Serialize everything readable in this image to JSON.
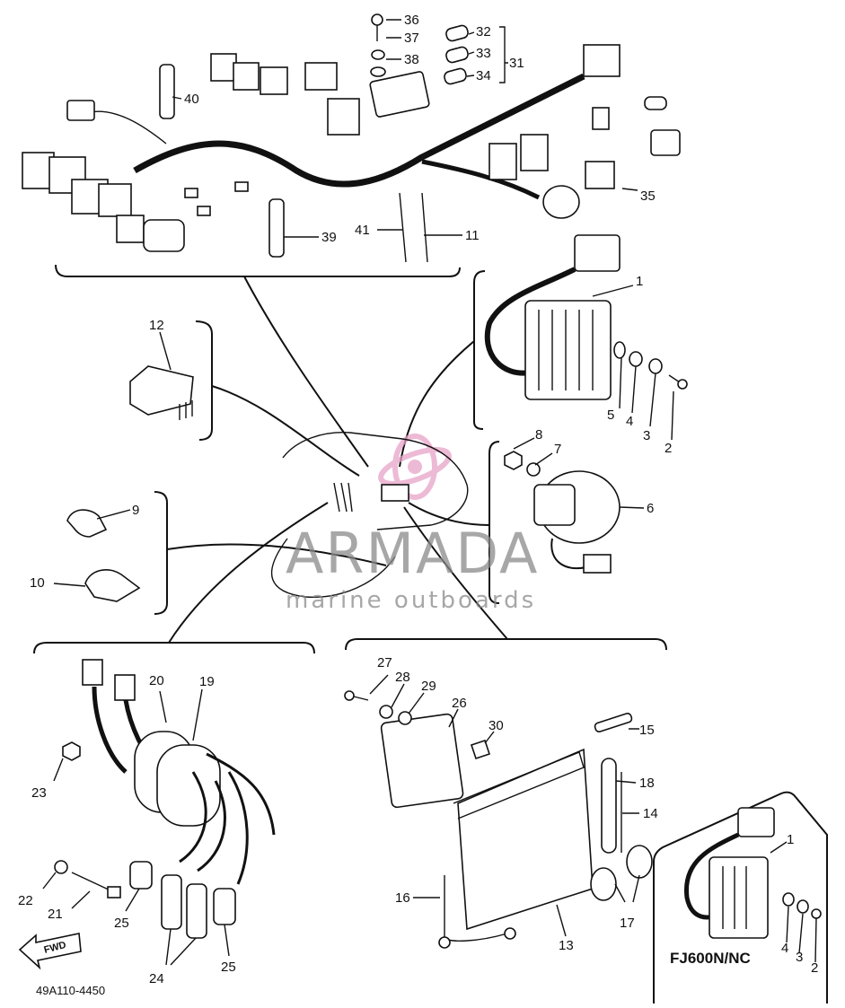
{
  "drawing_code": "49A110-4450",
  "variant_label": "FJ600N/NC",
  "fwd_label": "FWD",
  "watermark": {
    "brand": "ARMADA",
    "subtitle": "marine outboards",
    "color": "#8a8a8a",
    "logo_color": "#e7a3c8"
  },
  "callouts": [
    {
      "id": "c36",
      "text": "36"
    },
    {
      "id": "c37",
      "text": "37"
    },
    {
      "id": "c38",
      "text": "38"
    },
    {
      "id": "c32",
      "text": "32"
    },
    {
      "id": "c33",
      "text": "33"
    },
    {
      "id": "c34",
      "text": "34"
    },
    {
      "id": "c31",
      "text": "31"
    },
    {
      "id": "c40",
      "text": "40"
    },
    {
      "id": "c35",
      "text": "35"
    },
    {
      "id": "c39",
      "text": "39"
    },
    {
      "id": "c41",
      "text": "41"
    },
    {
      "id": "c11",
      "text": "11"
    },
    {
      "id": "c1a",
      "text": "1"
    },
    {
      "id": "c5a",
      "text": "5"
    },
    {
      "id": "c4a",
      "text": "4"
    },
    {
      "id": "c3a",
      "text": "3"
    },
    {
      "id": "c2a",
      "text": "2"
    },
    {
      "id": "c12",
      "text": "12"
    },
    {
      "id": "c8",
      "text": "8"
    },
    {
      "id": "c7",
      "text": "7"
    },
    {
      "id": "c6",
      "text": "6"
    },
    {
      "id": "c9",
      "text": "9"
    },
    {
      "id": "c10",
      "text": "10"
    },
    {
      "id": "c20",
      "text": "20"
    },
    {
      "id": "c19",
      "text": "19"
    },
    {
      "id": "c23",
      "text": "23"
    },
    {
      "id": "c22",
      "text": "22"
    },
    {
      "id": "c21",
      "text": "21"
    },
    {
      "id": "c25a",
      "text": "25"
    },
    {
      "id": "c24",
      "text": "24"
    },
    {
      "id": "c25b",
      "text": "25"
    },
    {
      "id": "c27",
      "text": "27"
    },
    {
      "id": "c28",
      "text": "28"
    },
    {
      "id": "c29",
      "text": "29"
    },
    {
      "id": "c26",
      "text": "26"
    },
    {
      "id": "c30",
      "text": "30"
    },
    {
      "id": "c15",
      "text": "15"
    },
    {
      "id": "c18",
      "text": "18"
    },
    {
      "id": "c14",
      "text": "14"
    },
    {
      "id": "c16",
      "text": "16"
    },
    {
      "id": "c17",
      "text": "17"
    },
    {
      "id": "c13",
      "text": "13"
    },
    {
      "id": "c1b",
      "text": "1"
    },
    {
      "id": "c4b",
      "text": "4"
    },
    {
      "id": "c3b",
      "text": "3"
    },
    {
      "id": "c2b",
      "text": "2"
    }
  ]
}
